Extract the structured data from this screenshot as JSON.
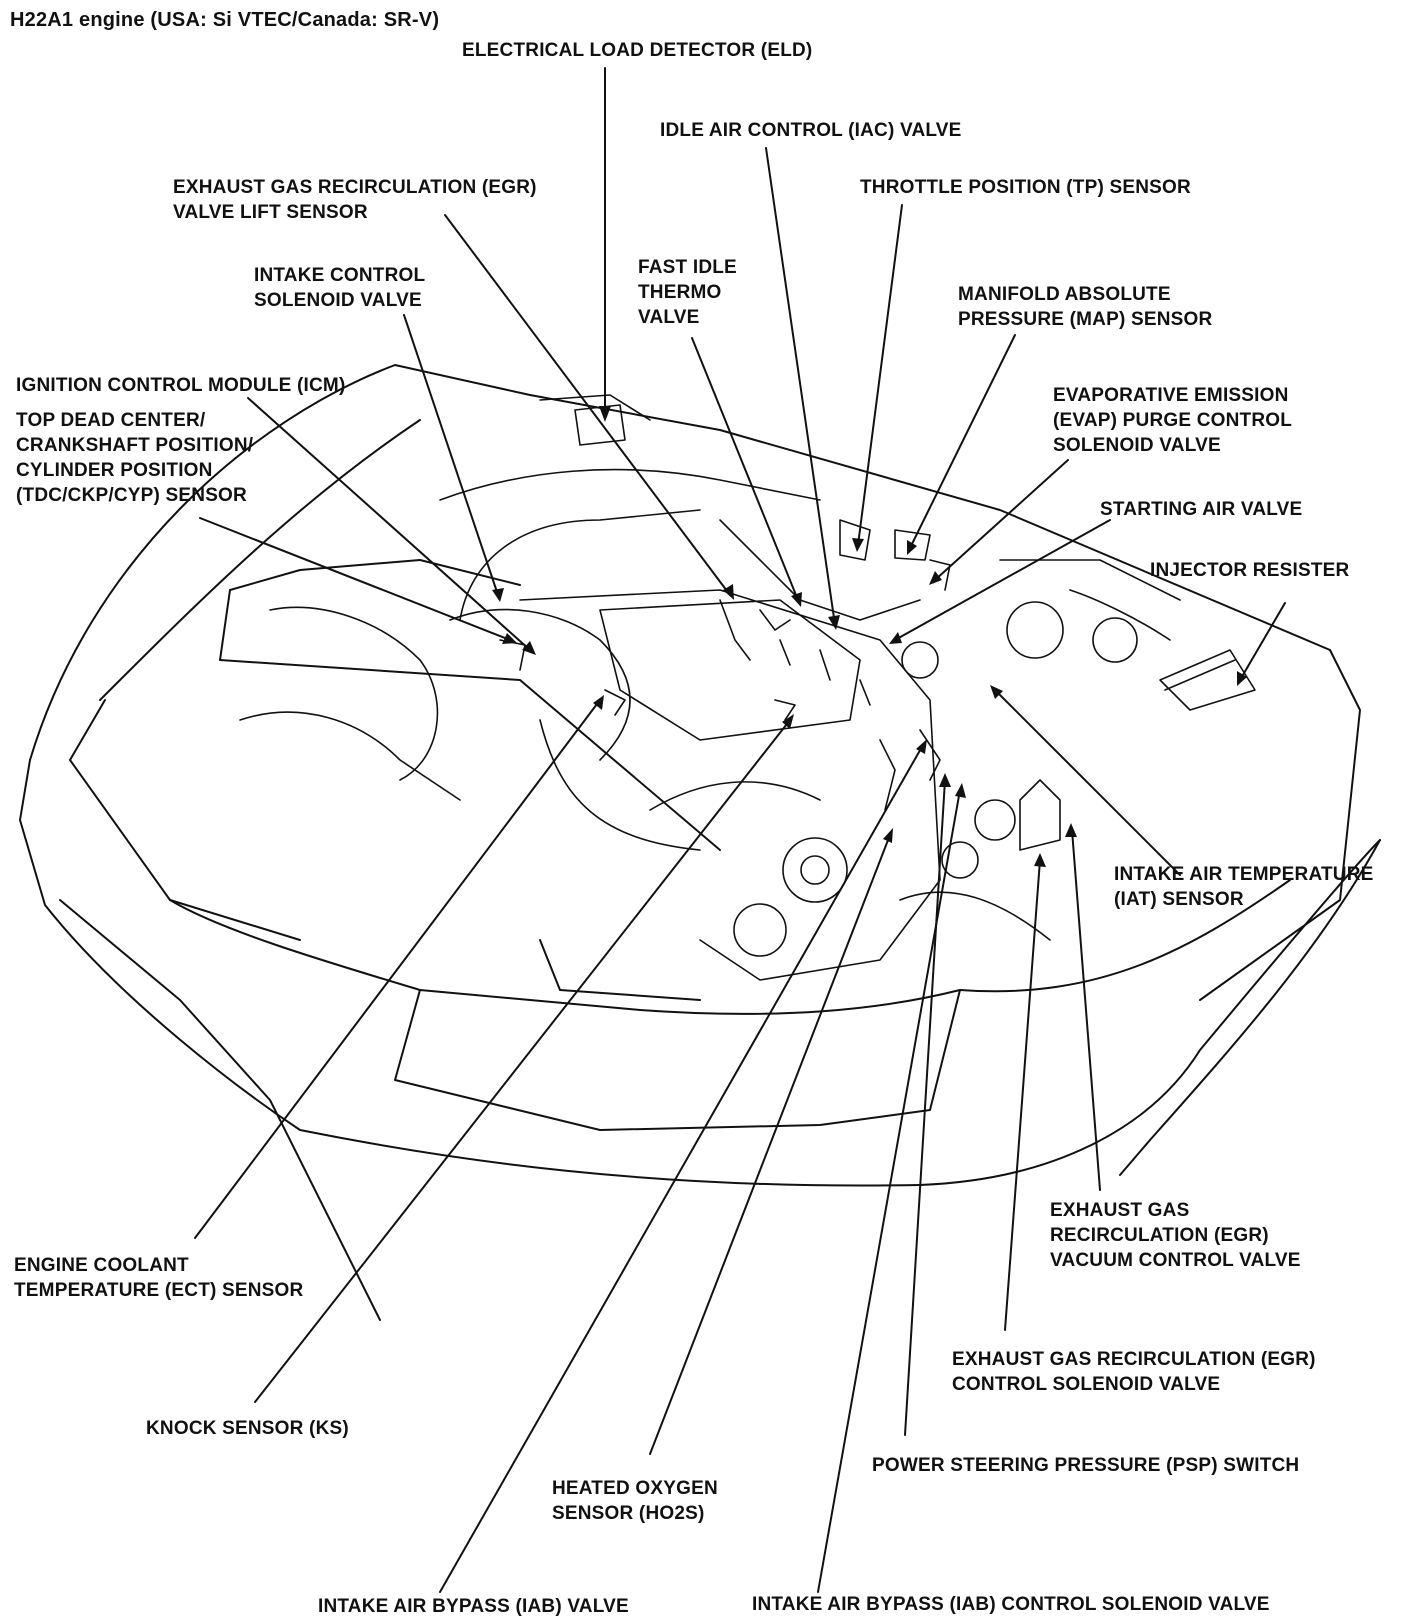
{
  "title": "H22A1 engine (USA: Si VTEC/Canada: SR-V)",
  "colors": {
    "ink": "#111111",
    "paper": "#ffffff"
  },
  "labels": {
    "eld": [
      "ELECTRICAL LOAD DETECTOR (ELD)"
    ],
    "iac": [
      "IDLE AIR CONTROL (IAC) VALVE"
    ],
    "egr_lift": [
      "EXHAUST GAS RECIRCULATION (EGR)",
      "VALVE LIFT SENSOR"
    ],
    "tp": [
      "THROTTLE POSITION (TP) SENSOR"
    ],
    "intake_control": [
      "INTAKE CONTROL",
      "SOLENOID VALVE"
    ],
    "fast_idle": [
      "FAST IDLE",
      "THERMO",
      "VALVE"
    ],
    "map": [
      "MANIFOLD ABSOLUTE",
      "PRESSURE (MAP) SENSOR"
    ],
    "icm": [
      "IGNITION CONTROL MODULE (ICM)"
    ],
    "tdc": [
      "TOP DEAD CENTER/",
      "CRANKSHAFT POSITION/",
      "CYLINDER POSITION",
      "(TDC/CKP/CYP) SENSOR"
    ],
    "evap": [
      "EVAPORATIVE EMISSION",
      "(EVAP) PURGE CONTROL",
      "SOLENOID VALVE"
    ],
    "starting_air": [
      "STARTING AIR VALVE"
    ],
    "injector_resister": [
      "INJECTOR RESISTER"
    ],
    "iat": [
      "INTAKE AIR TEMPERATURE",
      "(IAT) SENSOR"
    ],
    "egr_vacuum": [
      "EXHAUST GAS",
      "RECIRCULATION (EGR)",
      "VACUUM CONTROL VALVE"
    ],
    "ect": [
      "ENGINE COOLANT",
      "TEMPERATURE (ECT) SENSOR"
    ],
    "egr_control": [
      "EXHAUST GAS RECIRCULATION (EGR)",
      "CONTROL SOLENOID VALVE"
    ],
    "ks": [
      "KNOCK SENSOR (KS)"
    ],
    "psp": [
      "POWER STEERING PRESSURE (PSP) SWITCH"
    ],
    "ho2s": [
      "HEATED OXYGEN",
      "SENSOR (HO2S)"
    ],
    "iab_valve": [
      "INTAKE AIR BYPASS (IAB) VALVE"
    ],
    "iab_solenoid": [
      "INTAKE AIR BYPASS (IAB) CONTROL SOLENOID VALVE"
    ]
  }
}
